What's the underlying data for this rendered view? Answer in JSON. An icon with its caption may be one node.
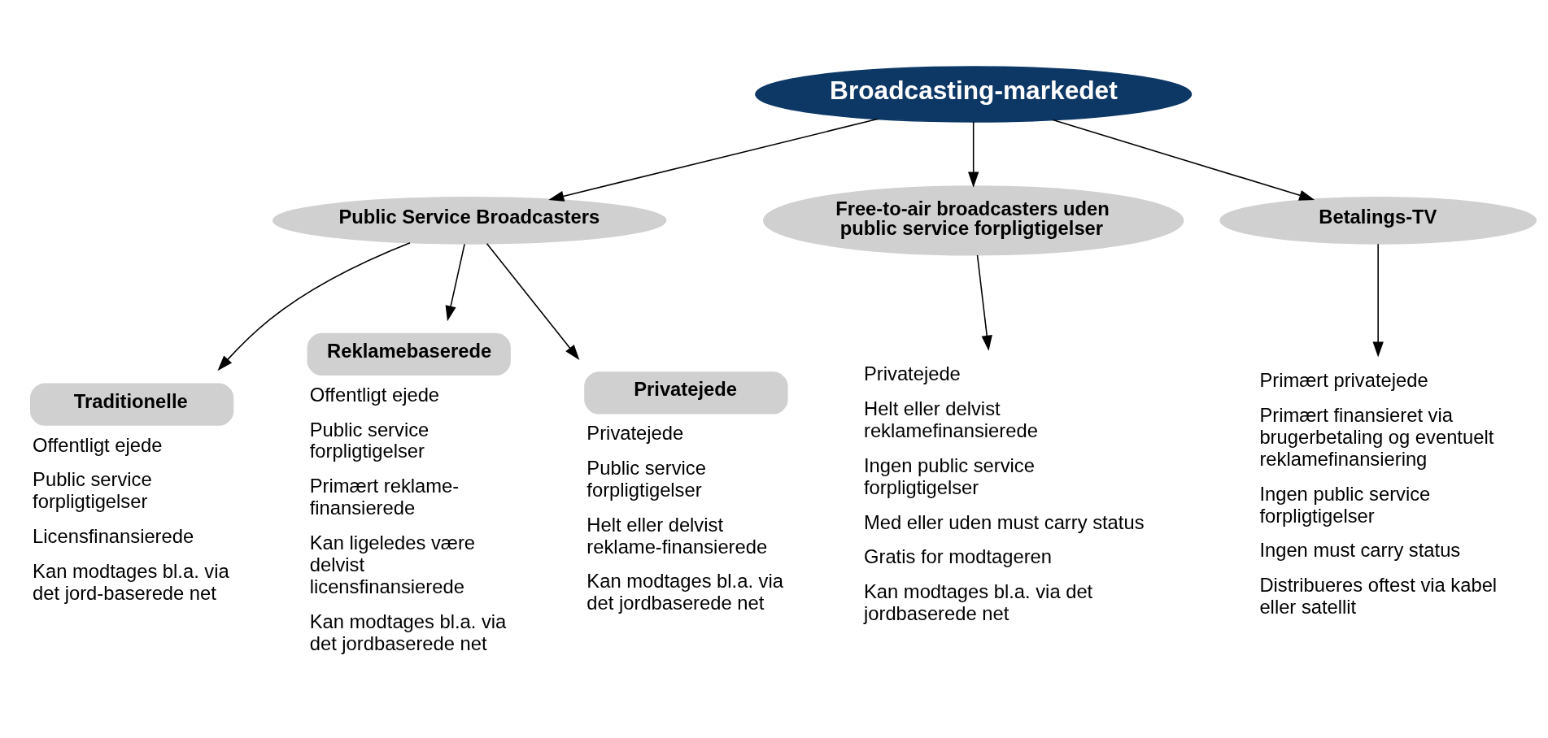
{
  "diagram": {
    "nodes": [
      {
        "text": [
          "Broadcasting-markedet"
        ]
      },
      {
        "text": [
          "Public Service Broadcasters"
        ]
      },
      {
        "text": [
          "Free-to-air broadcasters uden public service forpligtigelser"
        ]
      },
      {
        "text": [
          "Betalings-TV"
        ]
      },
      {
        "text": [
          "Traditionelle"
        ],
        "beside": [
          "Offentligt ejede",
          "Public service forpligtigelser",
          "Licensfinansierede",
          "Kan modtages bl.a. via det jord-baserede net"
        ]
      },
      {
        "text": [
          "Reklamebaserede"
        ],
        "beside": [
          "Offentligt ejede",
          "Public service forpligtigelser",
          "Primært reklame-finansierede",
          "Kan ligeledes være delvist licensfinansierede",
          "Kan modtages bl.a. via det jordbaserede net"
        ]
      },
      {
        "text": [
          "Privatejede"
        ],
        "beside": [
          "Privatejede",
          "Public service forpligtigelser",
          "Helt eller delvist reklame-finansierede",
          "Kan modtages bl.a. via det jordbaserede net"
        ]
      },
      {
        "text": [
          "Privatejede",
          "Helt eller delvist reklamefinansierede",
          "Ingen public service forpligtigelser",
          "Med eller uden must carry status",
          "Gratis for modtageren",
          "Kan modtages bl.a. via det jordbaserede net"
        ]
      },
      {
        "text": [
          "Primært privatejede",
          "Primært finansieret via brugerbetaling og eventuelt reklamefinansiering",
          "Ingen public service forpligtigelser",
          "Ingen must carry status",
          "Distribueres oftest via kabel eller satellit"
        ]
      }
    ],
    "edges": [
      {
        "from": 0,
        "to": 1,
        "arrow": "to"
      },
      {
        "from": 0,
        "to": 2,
        "arrow": "to"
      },
      {
        "from": 0,
        "to": 3,
        "arrow": "to"
      },
      {
        "from": 1,
        "to": 4,
        "arrow": "to"
      },
      {
        "from": 1,
        "to": 5,
        "arrow": "to"
      },
      {
        "from": 1,
        "to": 6,
        "arrow": "to"
      },
      {
        "from": 2,
        "to": 7,
        "arrow": "to"
      },
      {
        "from": 3,
        "to": 8,
        "arrow": "to"
      }
    ]
  }
}
